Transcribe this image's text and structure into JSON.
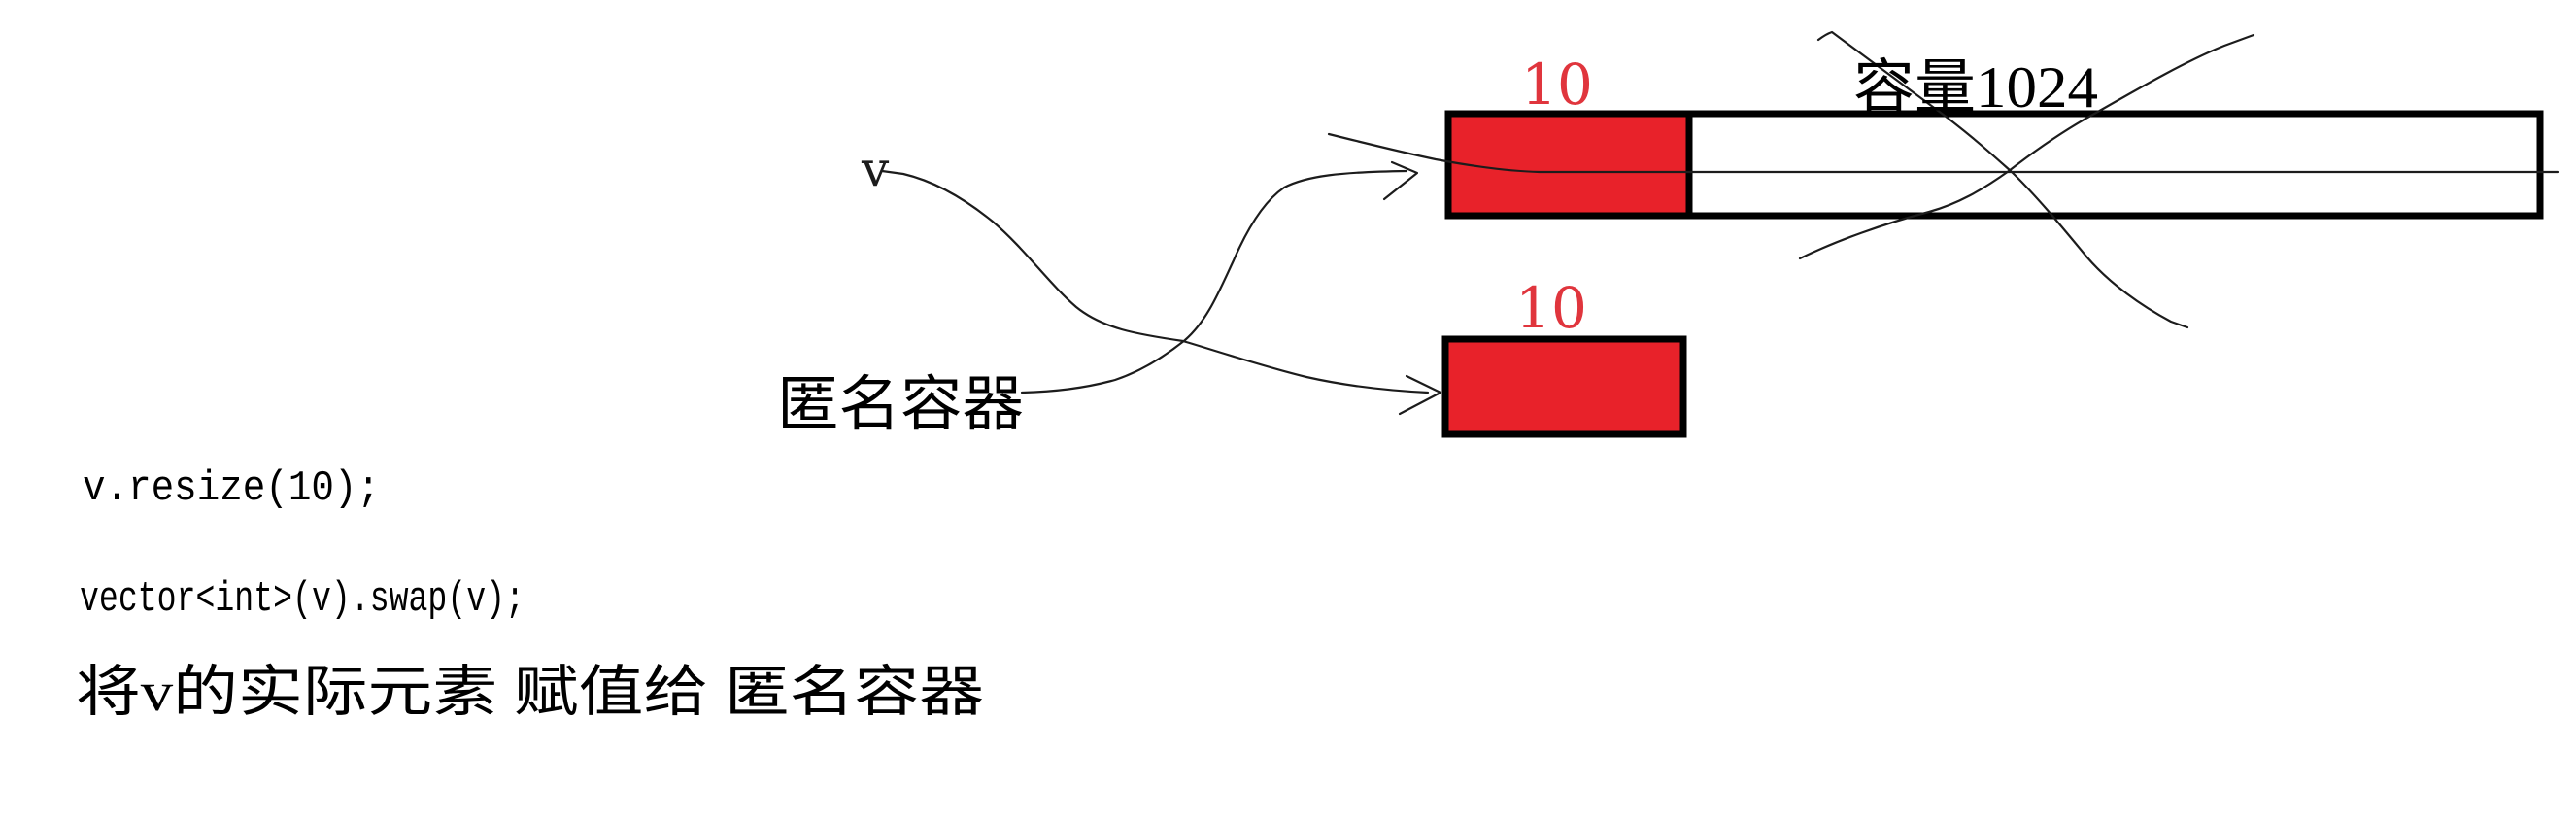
{
  "diagram": {
    "v_label": "v",
    "anonymous_label": "匿名容器",
    "bar": {
      "size_label": "10",
      "capacity_label": "容量1024"
    },
    "small_box": {
      "size_label": "10"
    },
    "colors": {
      "box_red": "#e8222a",
      "label_red": "#e0353d",
      "ink": "#1c1c1c",
      "border_black": "#000000"
    }
  },
  "code": {
    "line1": "v.resize(10);",
    "line2": "vector<int>(v).swap(v);",
    "line3": "将v的实际元素 赋值给 匿名容器"
  }
}
